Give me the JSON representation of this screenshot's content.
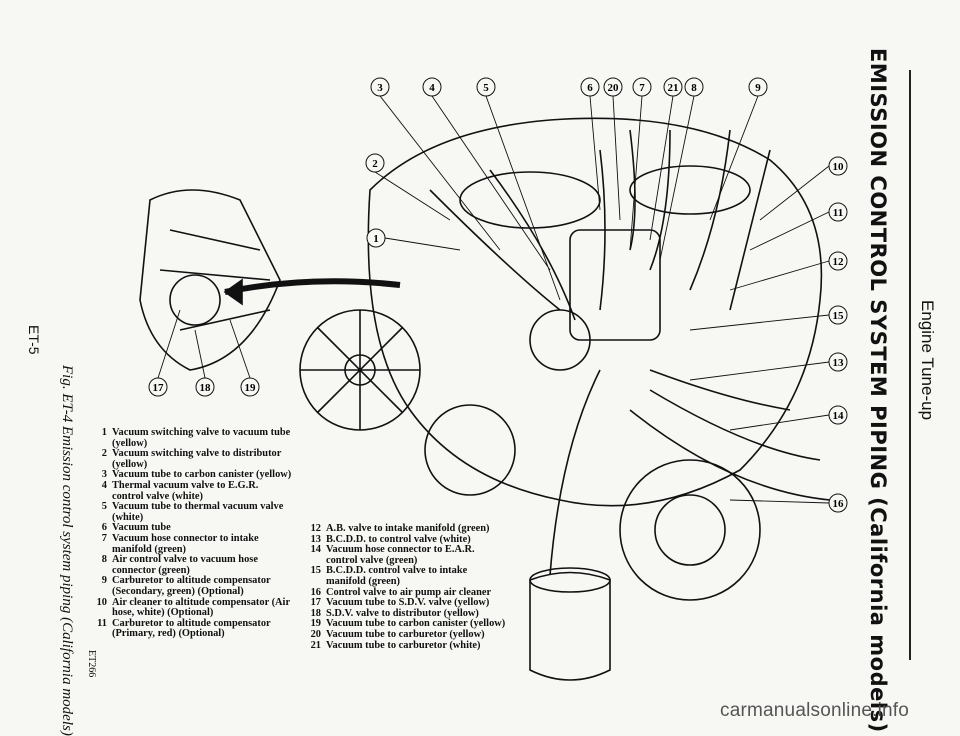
{
  "heading": "EMISSION CONTROL SYSTEM PIPING (California models)",
  "section": "Engine Tune-up",
  "page_number": "ET-5",
  "figure_caption": "Fig. ET-4 Emission control system piping (California models)",
  "figure_code": "ET266",
  "callouts": [
    "1",
    "2",
    "3",
    "4",
    "5",
    "6",
    "20",
    "7",
    "21",
    "8",
    "9",
    "10",
    "11",
    "12",
    "15",
    "13",
    "14",
    "16",
    "17",
    "18",
    "19"
  ],
  "legend_left": [
    {
      "num": "1",
      "text": "Vacuum switching valve to vacuum tube (yellow)"
    },
    {
      "num": "2",
      "text": "Vacuum switching valve to distributor (yellow)"
    },
    {
      "num": "3",
      "text": "Vacuum tube to carbon canister (yellow)"
    },
    {
      "num": "4",
      "text": "Thermal vacuum valve to E.G.R. control valve (white)"
    },
    {
      "num": "5",
      "text": "Vacuum tube to thermal vacuum valve (white)"
    },
    {
      "num": "6",
      "text": "Vacuum tube"
    },
    {
      "num": "7",
      "text": "Vacuum hose connector to intake manifold (green)"
    },
    {
      "num": "8",
      "text": "Air control valve to vacuum hose connector (green)"
    },
    {
      "num": "9",
      "text": "Carburetor to altitude compensator (Secondary, green) (Optional)"
    },
    {
      "num": "10",
      "text": "Air cleaner to altitude compensator (Air hose, white) (Optional)"
    },
    {
      "num": "11",
      "text": "Carburetor to altitude compensator (Primary, red) (Optional)"
    }
  ],
  "legend_right": [
    {
      "num": "12",
      "text": "A.B. valve to intake manifold (green)"
    },
    {
      "num": "13",
      "text": "B.C.D.D. to control valve (white)"
    },
    {
      "num": "14",
      "text": "Vacuum hose connector to E.A.R. control valve (green)"
    },
    {
      "num": "15",
      "text": "B.C.D.D. control valve to intake manifold (green)"
    },
    {
      "num": "16",
      "text": "Control valve to air pump air cleaner"
    },
    {
      "num": "17",
      "text": "Vacuum tube to S.D.V. valve (yellow)"
    },
    {
      "num": "18",
      "text": "S.D.V. valve to distributor (yellow)"
    },
    {
      "num": "19",
      "text": "Vacuum tube to carbon canister (yellow)"
    },
    {
      "num": "20",
      "text": "Vacuum tube to carburetor (yellow)"
    },
    {
      "num": "21",
      "text": "Vacuum tube to carburetor (white)"
    }
  ],
  "watermark": "carmanualsonline.info",
  "colors": {
    "ink": "#111111",
    "paper": "#f7f7f4"
  }
}
